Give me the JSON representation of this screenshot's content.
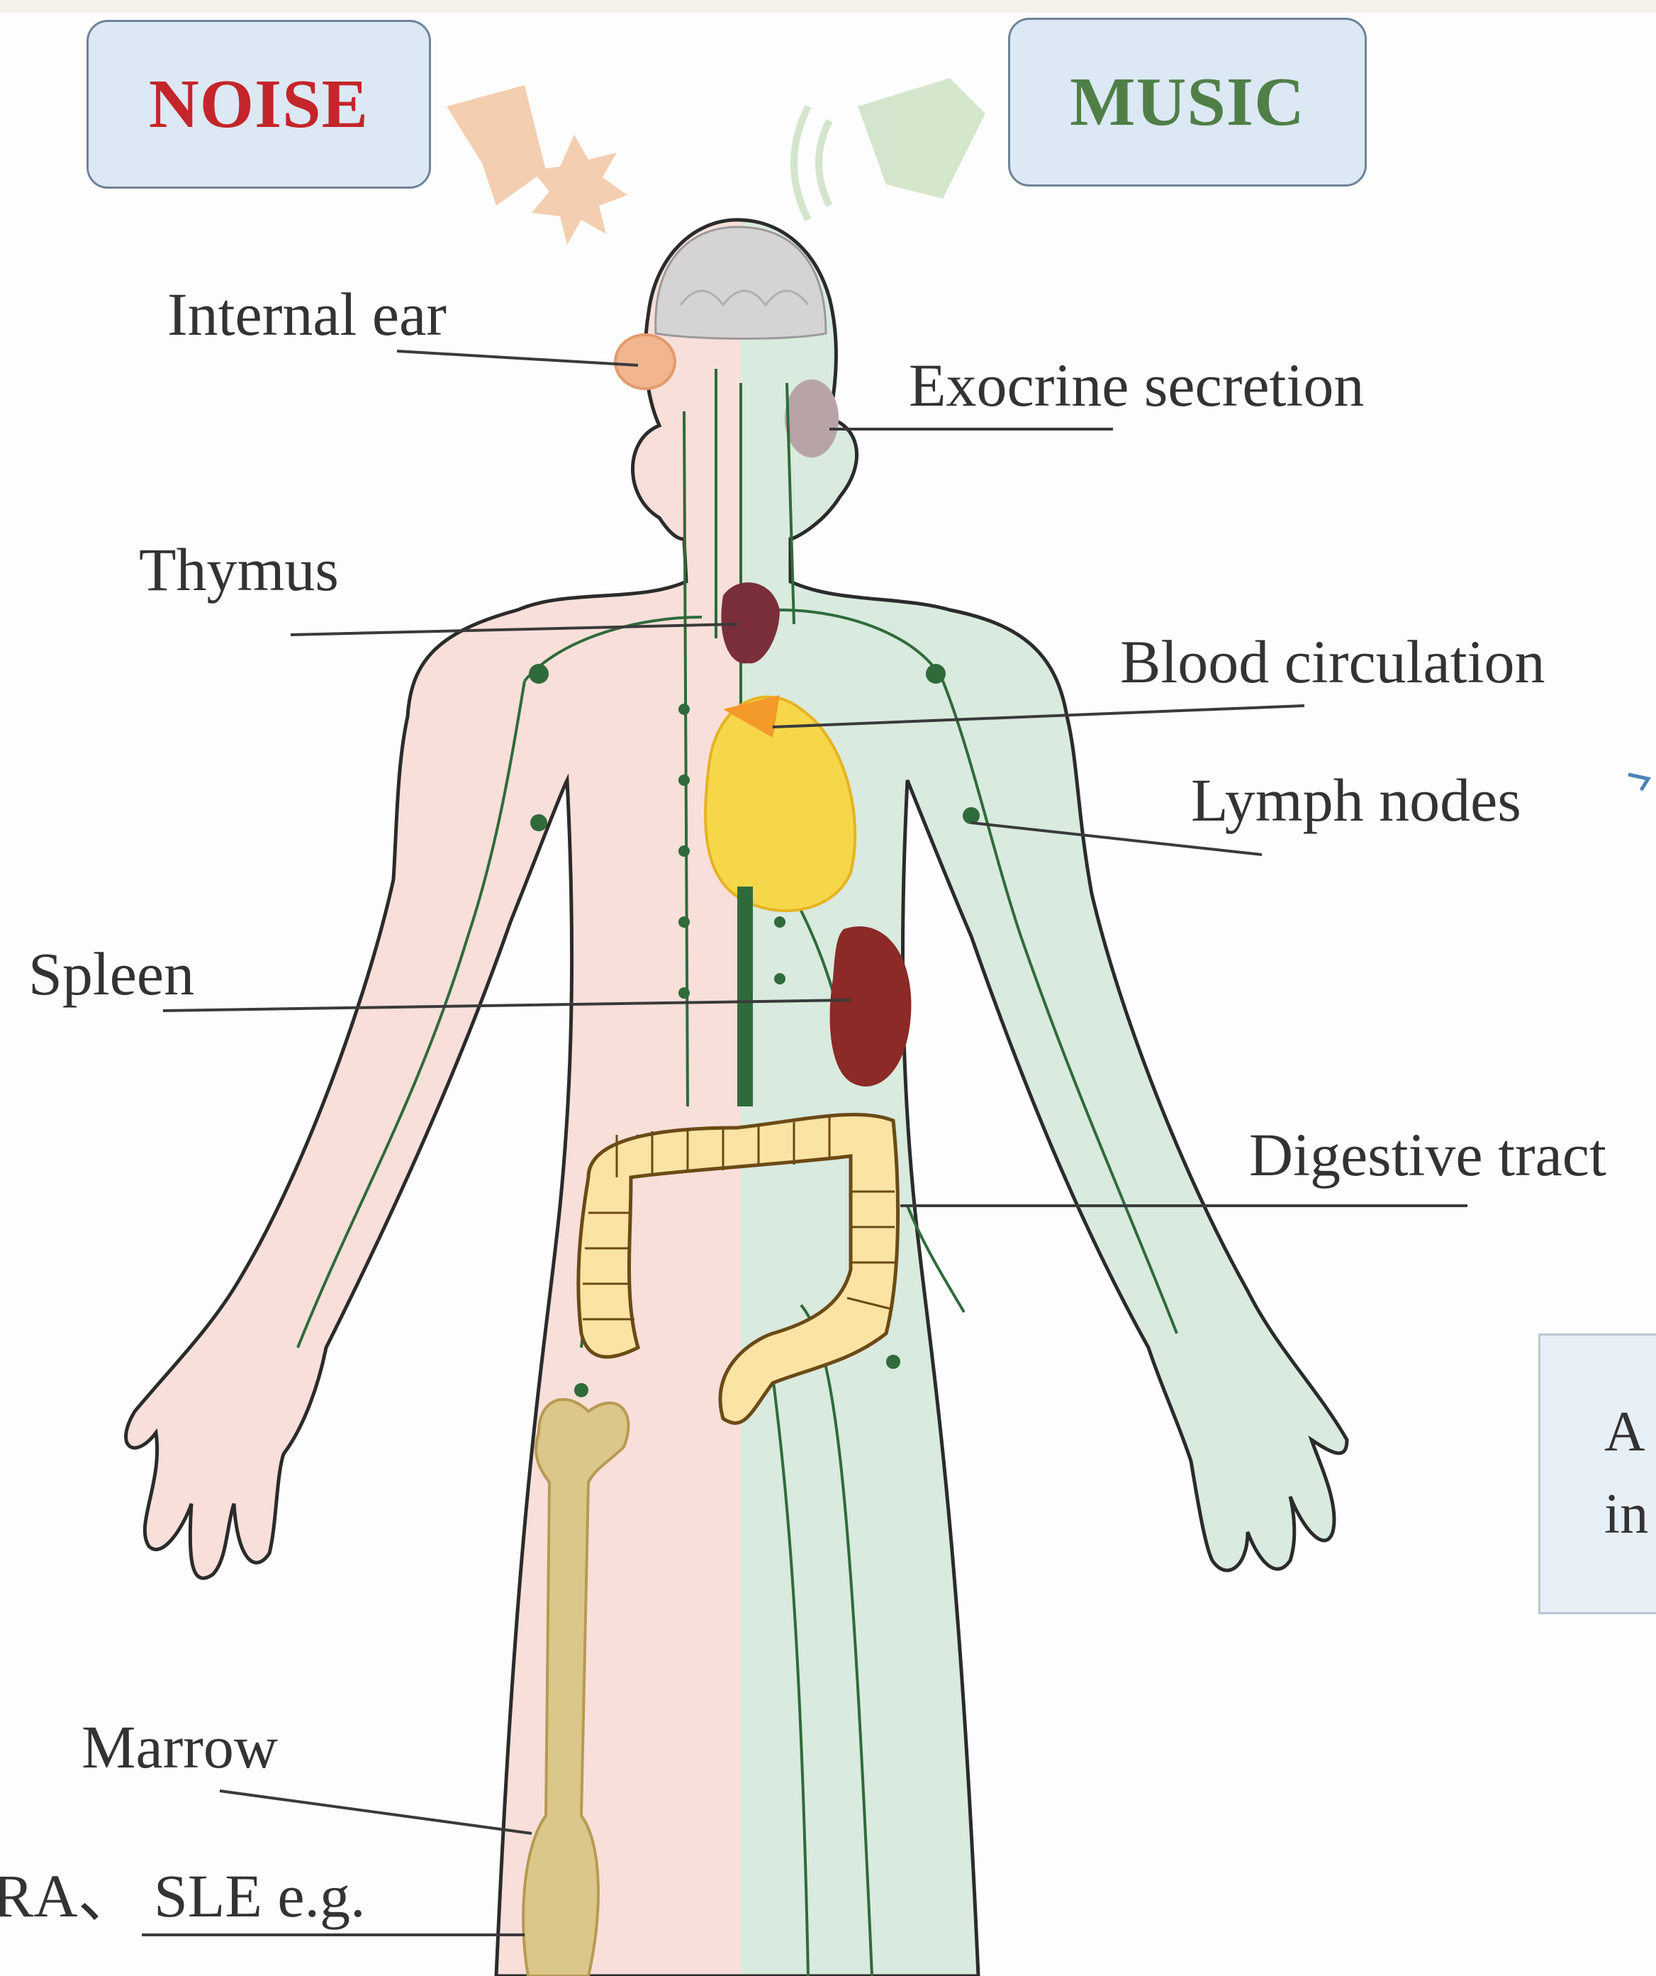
{
  "tags": {
    "noise": "NOISE",
    "music": "MUSIC"
  },
  "labels": {
    "internal_ear": "Internal ear",
    "exocrine": "Exocrine secretion",
    "thymus": "Thymus",
    "blood": "Blood circulation",
    "lymph": "Lymph nodes",
    "spleen": "Spleen",
    "digestive": "Digestive tract",
    "marrow": "Marrow",
    "ra_sle": "RA、 SLE e.g."
  },
  "side_box": {
    "line1": "A",
    "line2": "in"
  },
  "colors": {
    "noise_red": "#c4252a",
    "music_green": "#4f7f47",
    "body_left": "#f9dfd9",
    "body_right": "#d9eadf",
    "lymph": "#2f6b3a",
    "spleen": "#8b2a26",
    "heart": "#f6d74a",
    "colon": "#f0c24e",
    "bone": "#dcc78a"
  }
}
